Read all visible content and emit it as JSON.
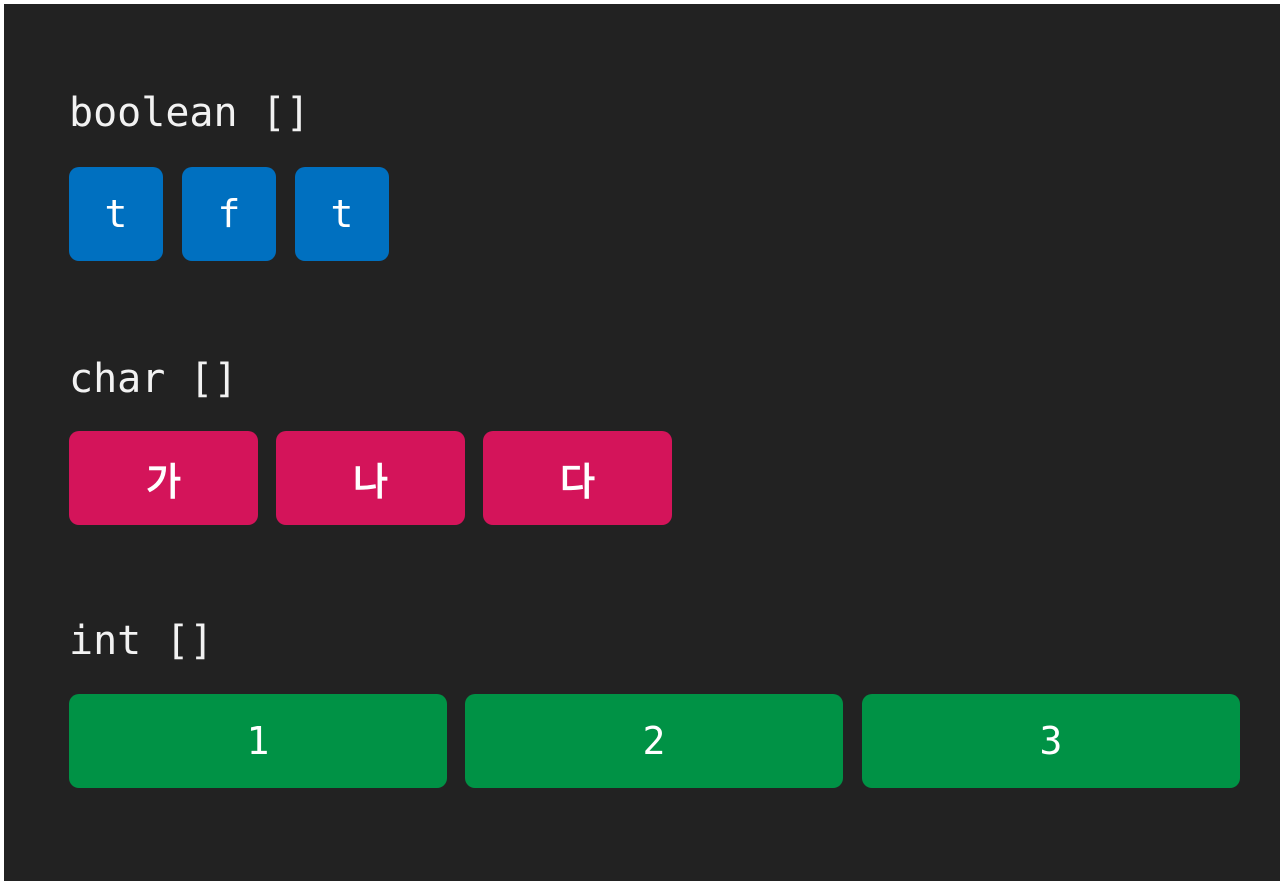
{
  "sections": [
    {
      "label": "boolean []",
      "color": "#0070c0",
      "cells": [
        "t",
        "f",
        "t"
      ]
    },
    {
      "label": "char []",
      "color": "#d4145a",
      "cells": [
        "가",
        "나",
        "다"
      ]
    },
    {
      "label": "int []",
      "color": "#009245",
      "cells": [
        "1",
        "2",
        "3"
      ]
    }
  ]
}
